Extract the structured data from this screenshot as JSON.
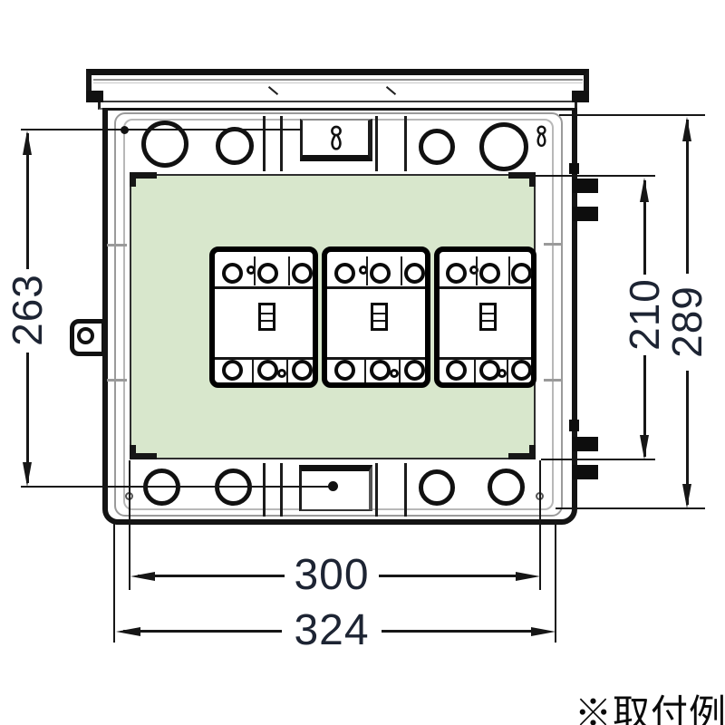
{
  "title": "enclosure-mounting-drawing",
  "caption": "※取付例",
  "dims": {
    "height_pitch": "263",
    "plate_height": "210",
    "height_overall": "289",
    "plate_width": "300",
    "width_overall": "324"
  },
  "colors": {
    "mounting_plate_green": "#d8e7cc",
    "line_black": "#161616",
    "dim_text_navy": "#1d2433",
    "gray_line": "#9a9a9a"
  }
}
